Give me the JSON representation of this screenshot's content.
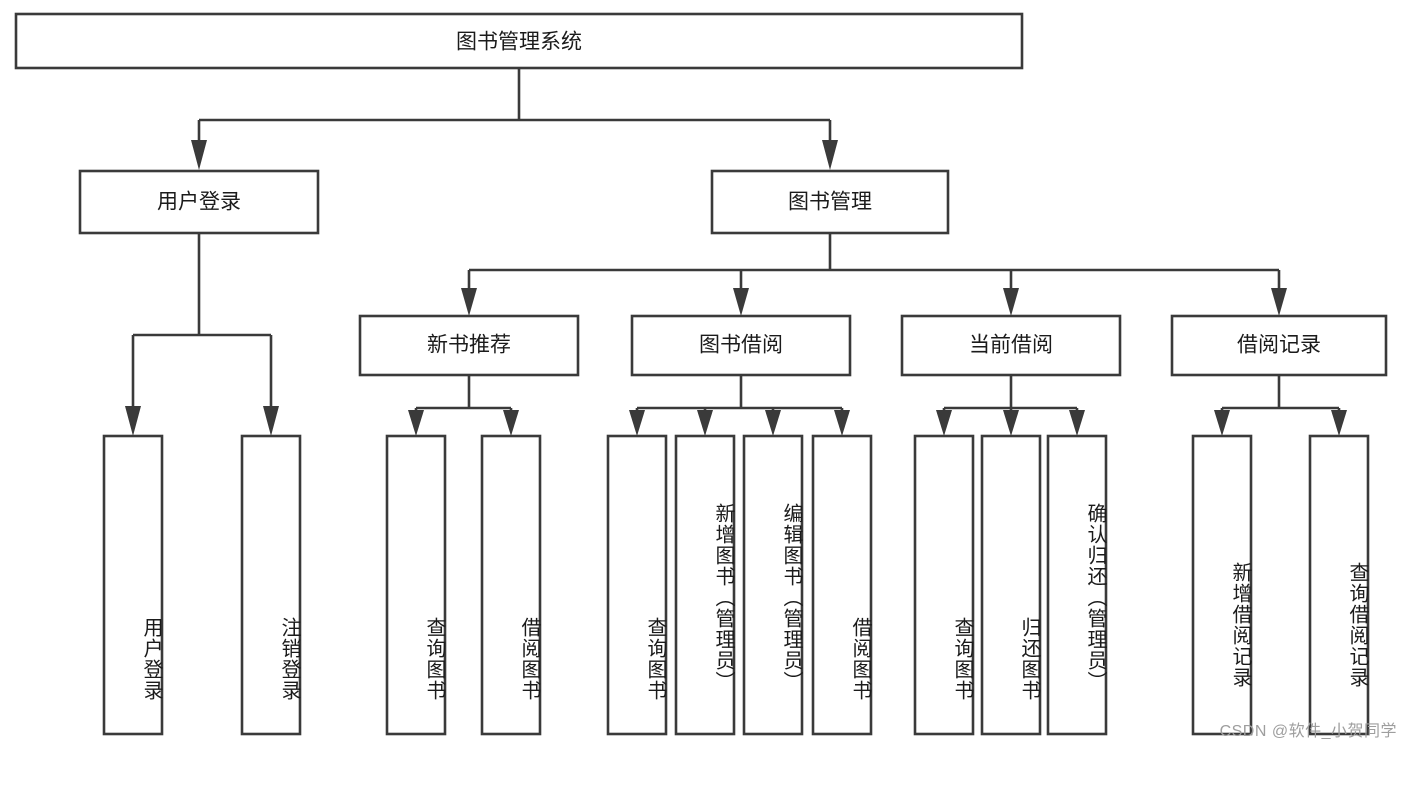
{
  "diagram": {
    "title": "图书管理系统",
    "type": "hierarchy-tree",
    "root": {
      "id": "root",
      "label": "图书管理系统",
      "orientation": "horizontal"
    },
    "level2": [
      {
        "id": "user-login",
        "label": "用户登录",
        "orientation": "horizontal"
      },
      {
        "id": "book-management",
        "label": "图书管理",
        "orientation": "horizontal"
      }
    ],
    "level3": [
      {
        "id": "new-book-recommend",
        "label": "新书推荐",
        "parent": "book-management",
        "orientation": "horizontal"
      },
      {
        "id": "book-borrow",
        "label": "图书借阅",
        "parent": "book-management",
        "orientation": "horizontal"
      },
      {
        "id": "current-borrow",
        "label": "当前借阅",
        "parent": "book-management",
        "orientation": "horizontal"
      },
      {
        "id": "borrow-record",
        "label": "借阅记录",
        "parent": "book-management",
        "orientation": "horizontal"
      }
    ],
    "leaves": [
      {
        "id": "leaf-user-login",
        "label": "用户登录",
        "parent": "user-login",
        "orientation": "vertical"
      },
      {
        "id": "leaf-logout",
        "label": "注销登录",
        "parent": "user-login",
        "orientation": "vertical"
      },
      {
        "id": "leaf-query-book-1",
        "label": "查询图书",
        "parent": "new-book-recommend",
        "orientation": "vertical"
      },
      {
        "id": "leaf-borrow-book-1",
        "label": "借阅图书",
        "parent": "new-book-recommend",
        "orientation": "vertical"
      },
      {
        "id": "leaf-query-book-2",
        "label": "查询图书",
        "parent": "book-borrow",
        "orientation": "vertical"
      },
      {
        "id": "leaf-add-book",
        "label": "新增图书（管理员）",
        "parent": "book-borrow",
        "orientation": "vertical"
      },
      {
        "id": "leaf-edit-book",
        "label": "编辑图书（管理员）",
        "parent": "book-borrow",
        "orientation": "vertical"
      },
      {
        "id": "leaf-borrow-book-2",
        "label": "借阅图书",
        "parent": "book-borrow",
        "orientation": "vertical"
      },
      {
        "id": "leaf-query-book-3",
        "label": "查询图书",
        "parent": "current-borrow",
        "orientation": "vertical"
      },
      {
        "id": "leaf-return-book",
        "label": "归还图书",
        "parent": "current-borrow",
        "orientation": "vertical"
      },
      {
        "id": "leaf-confirm-return",
        "label": "确认归还（管理员）",
        "parent": "current-borrow",
        "orientation": "vertical"
      },
      {
        "id": "leaf-add-record",
        "label": "新增借阅记录",
        "parent": "borrow-record",
        "orientation": "vertical"
      },
      {
        "id": "leaf-query-record",
        "label": "查询借阅记录",
        "parent": "borrow-record",
        "orientation": "vertical"
      }
    ]
  },
  "watermark": {
    "text": "CSDN @软件_小贺同学"
  },
  "colors": {
    "stroke": "#3a3a3a",
    "box_fill": "#ffffff",
    "text": "#1b1b1b",
    "background": "#ffffff",
    "watermark_text": "#9e9e9e"
  }
}
